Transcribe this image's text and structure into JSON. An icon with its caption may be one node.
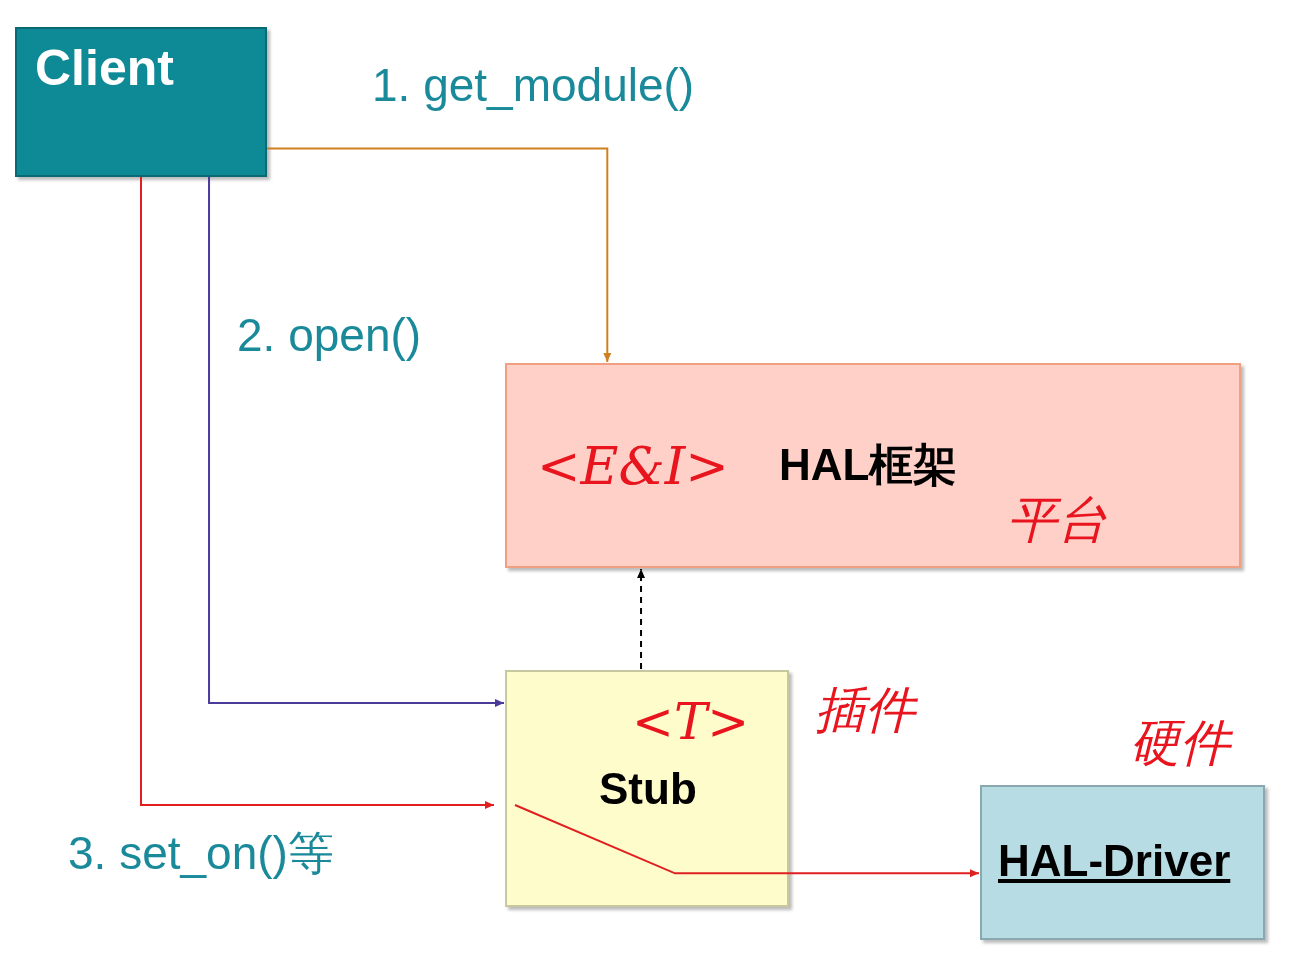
{
  "diagram": {
    "nodes": [
      {
        "text": [
          "Client"
        ]
      },
      {
        "text": [
          "<E&I>",
          "HAL框架",
          "平台"
        ]
      },
      {
        "text": [
          "<T>",
          "Stub"
        ],
        "beside": [
          "插件"
        ]
      },
      {
        "text": [
          "HAL-Driver"
        ],
        "beside": [
          "硬件"
        ]
      }
    ],
    "edges": [
      {
        "from": 0,
        "to": 1,
        "arrow": "to",
        "label": "1. get_module()",
        "color": "#d08020"
      },
      {
        "from": 0,
        "to": 2,
        "arrow": "to",
        "label": "2. open()",
        "color": "#4a3a9a"
      },
      {
        "from": 0,
        "to": 2,
        "arrow": "to",
        "label": "3. set_on()等"
      },
      {
        "from": 2,
        "to": 1,
        "arrow": "to",
        "style": "dashed",
        "color": "#000000"
      },
      {
        "from": 2,
        "to": 3,
        "arrow": "to"
      }
    ]
  }
}
